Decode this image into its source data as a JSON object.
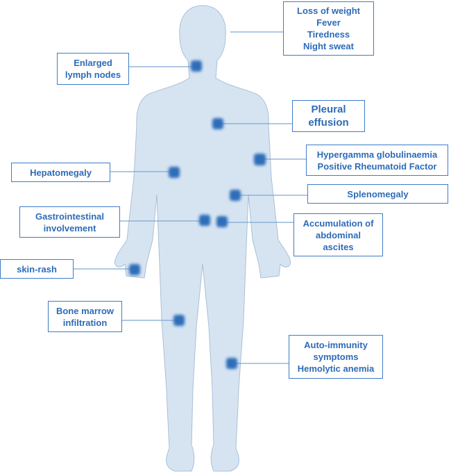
{
  "labels": {
    "systemic": [
      "Loss of weight",
      "Fever",
      "Tiredness",
      "Night sweat"
    ],
    "lymph": [
      "Enlarged",
      "lymph nodes"
    ],
    "pleural": [
      "Pleural",
      "effusion"
    ],
    "hyper": [
      "Hypergamma globulinaemia",
      "Positive Rheumatoid Factor"
    ],
    "hepato": [
      "Hepatomegaly"
    ],
    "spleno": [
      "Splenomegaly"
    ],
    "gastro": [
      "Gastrointestinal",
      "involvement"
    ],
    "ascites": [
      "Accumulation of",
      "abdominal",
      "ascites"
    ],
    "skin": [
      "skin-rash"
    ],
    "bone": [
      "Bone marrow",
      "infiltration"
    ],
    "auto": [
      "Auto-immunity",
      "symptoms",
      "Hemolytic anemia"
    ]
  },
  "colors": {
    "body_fill": "#d6e4f2",
    "body_stroke": "#a9bfd6",
    "marker": "#2e6db8",
    "label_border": "#3d7cc7",
    "label_text": "#2d6bb8",
    "connector": "#7fa6d3"
  }
}
